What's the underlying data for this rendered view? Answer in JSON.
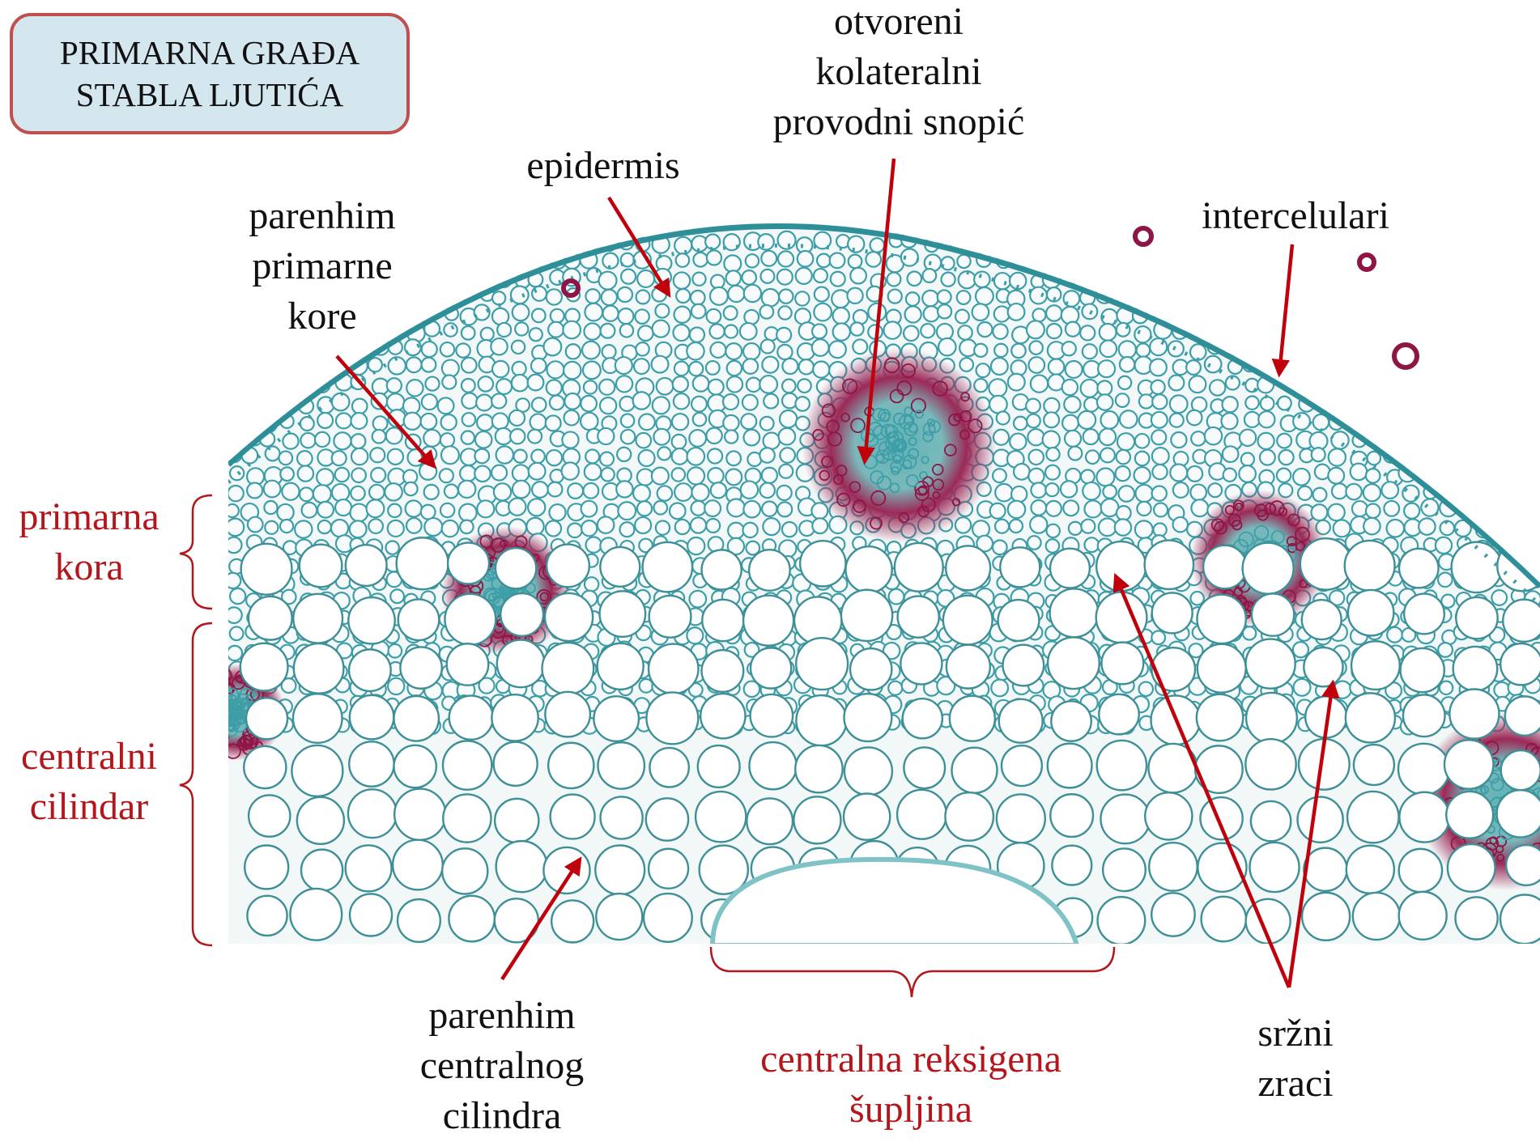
{
  "title": [
    "PRIMARNA GRAĐA",
    "STABLA LJUTIĆA"
  ],
  "labels": {
    "otvoreni": [
      "otvoreni",
      "kolateralni",
      "provodni snopić"
    ],
    "epidermis": [
      "epidermis"
    ],
    "parenhim_kore": [
      "parenhim",
      "primarne",
      "kore"
    ],
    "intercelulari": [
      "intercelulari"
    ],
    "primarna_kora": [
      "primarna",
      "kora"
    ],
    "centralni_cilindar": [
      "centralni",
      "cilindar"
    ],
    "parenhim_cilindra": [
      "parenhim",
      "centralnog",
      "cilindra"
    ],
    "supljina": [
      "centralna reksigena",
      "šupljina"
    ],
    "srzni_zraci": [
      "sržni",
      "zraci"
    ]
  },
  "colors": {
    "accent_red": "#b3161b",
    "arrow_red": "#c0000b",
    "tissue_teal": "#3e9ea8",
    "xylem_magenta": "#8e1545",
    "title_fill": "#d4e7ee",
    "title_border": "#c0504d"
  }
}
